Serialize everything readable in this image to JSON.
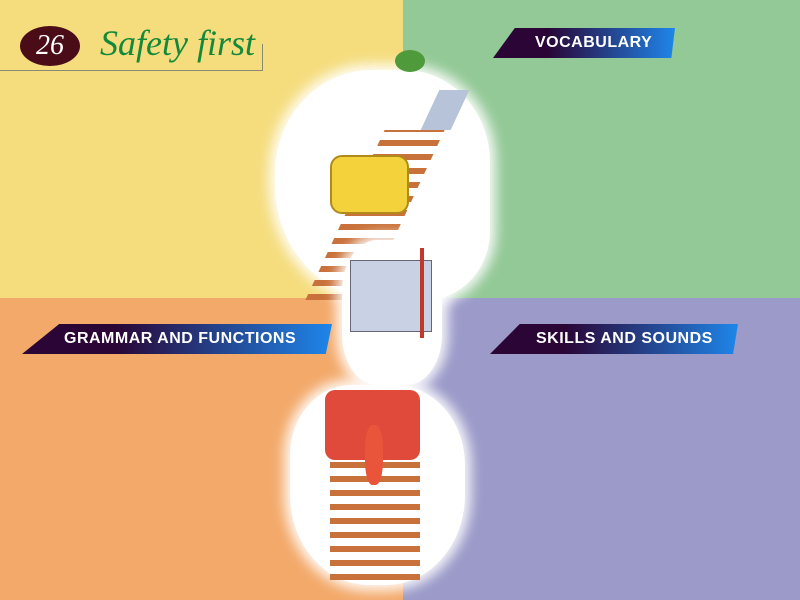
{
  "header": {
    "unit_number": "26",
    "unit_title": "Safety first"
  },
  "sections": {
    "vocabulary": "VOCABULARY",
    "grammar": "GRAMMAR AND FUNCTIONS",
    "skills": "SKILLS AND SOUNDS"
  },
  "colors": {
    "yellow": "#f5dd7e",
    "green": "#93c997",
    "orange": "#f3a96a",
    "purple": "#9b9ac9",
    "title_green": "#15893a",
    "badge": "#4a0d17"
  }
}
